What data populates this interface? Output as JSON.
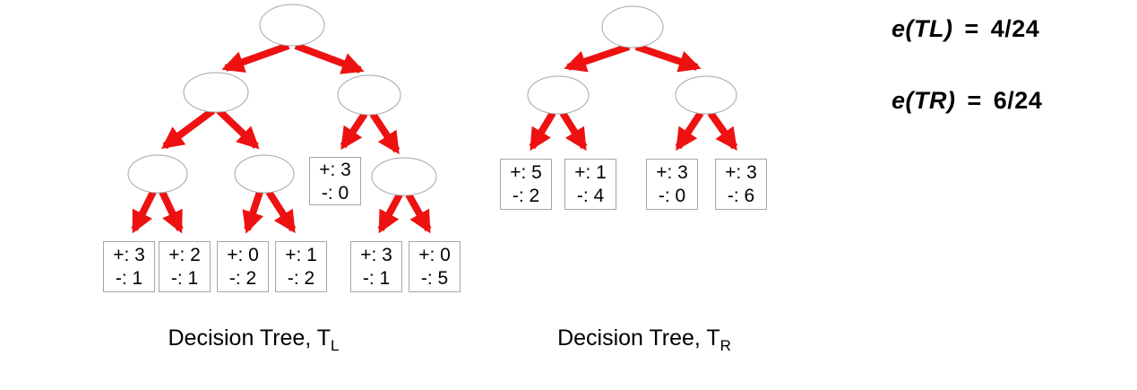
{
  "colors": {
    "arrow_red": "#ee1111",
    "node_outline": "#a6a6a6",
    "text": "#000000",
    "background": "#ffffff"
  },
  "trees": {
    "left": {
      "caption": "Decision Tree, T",
      "caption_sub": "L",
      "mid_leaf": {
        "plus": "+: 3",
        "minus": "-: 0"
      },
      "leaves": [
        {
          "plus": "+: 3",
          "minus": "-: 1"
        },
        {
          "plus": "+: 2",
          "minus": "-: 1"
        },
        {
          "plus": "+: 0",
          "minus": "-: 2"
        },
        {
          "plus": "+: 1",
          "minus": "-: 2"
        },
        {
          "plus": "+: 3",
          "minus": "-: 1"
        },
        {
          "plus": "+: 0",
          "minus": "-: 5"
        }
      ]
    },
    "right": {
      "caption": "Decision Tree, T",
      "caption_sub": "R",
      "leaves": [
        {
          "plus": "+: 5",
          "minus": "-: 2"
        },
        {
          "plus": "+: 1",
          "minus": "-: 4"
        },
        {
          "plus": "+: 3",
          "minus": "-: 0"
        },
        {
          "plus": "+: 3",
          "minus": "-: 6"
        }
      ]
    }
  },
  "equations": [
    {
      "lhs": "e(TL)",
      "eq": "=",
      "rhs": "4/24"
    },
    {
      "lhs": "e(TR)",
      "eq": "=",
      "rhs": "6/24"
    }
  ]
}
